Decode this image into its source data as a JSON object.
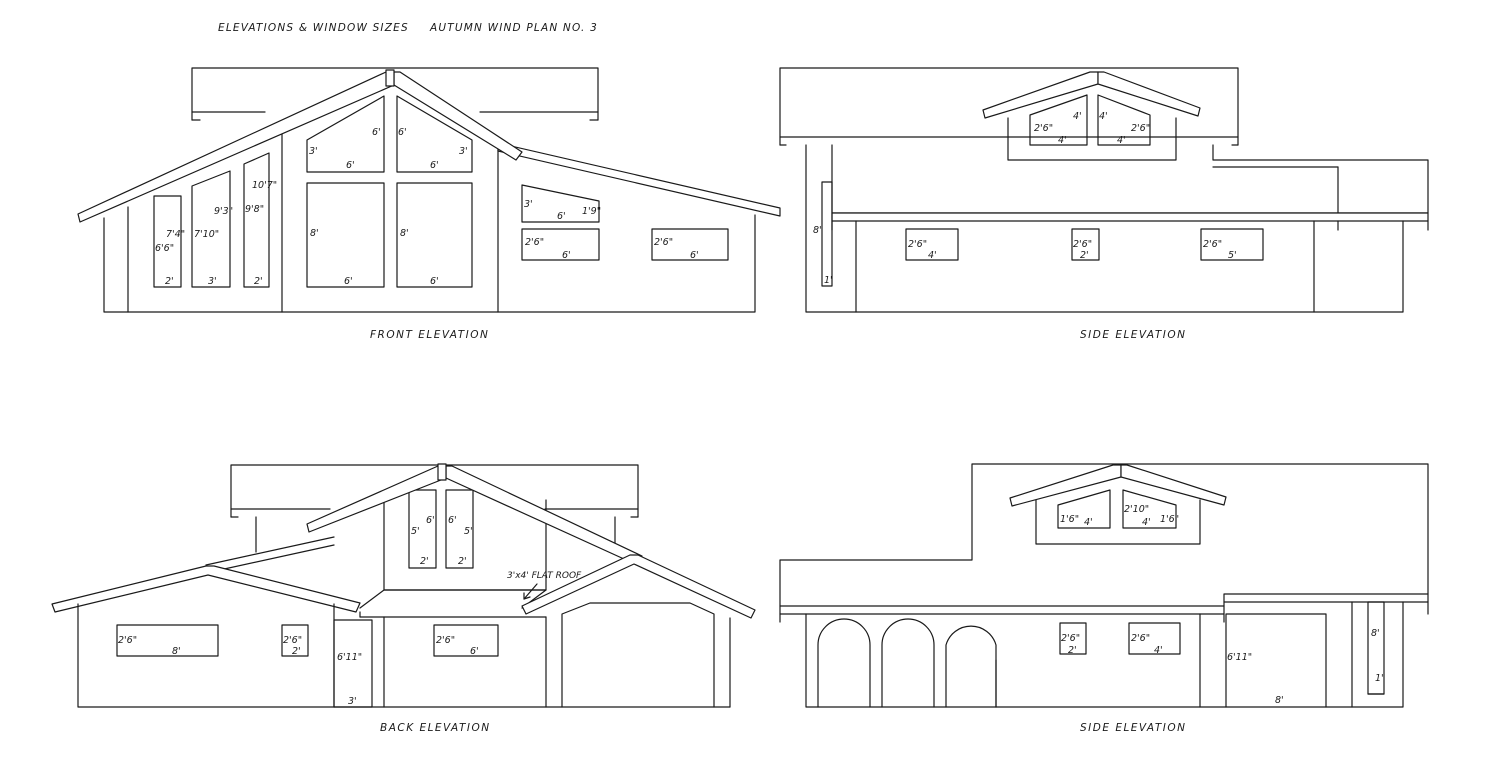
{
  "header": {
    "title": "ELEVATIONS & WINDOW SIZES",
    "plan": "AUTUMN WIND PLAN NO. 3"
  },
  "front": {
    "caption": "FRONT ELEVATION",
    "dims": {
      "w1_h": "7'4\"",
      "w1_h2": "6'6\"",
      "w1_w": "2'",
      "w2_h": "7'10\"",
      "w2_h2": "9'3\"",
      "w2_w": "3'",
      "w3_h": "10'7\"",
      "w3_h2": "9'8\"",
      "w3_w": "2'",
      "g1_h": "3'",
      "g1_h2": "6'",
      "g1_w": "6'",
      "g2_h": "6'",
      "g2_h2": "3'",
      "g2_w": "6'",
      "l1_h": "8'",
      "l1_w": "6'",
      "l2_h": "8'",
      "l2_w": "6'",
      "s1_h": "3'",
      "s1_w": "6'",
      "s1_h2": "1'9\"",
      "s2_h": "2'6\"",
      "s2_w": "6'",
      "s3_h": "2'6\"",
      "s3_w": "6'"
    }
  },
  "side1": {
    "caption": "SIDE ELEVATION",
    "dims": {
      "d1_h": "2'6\"",
      "d1_h2": "4'",
      "d1_w": "4'",
      "d2_h": "4'",
      "d2_h2": "2'6\"",
      "d2_w": "4'",
      "col_h": "8'",
      "col_w": "1'",
      "w1_h": "2'6\"",
      "w1_w": "4'",
      "w2_h": "2'6\"",
      "w2_w": "2'",
      "w3_h": "2'6\"",
      "w3_w": "5'"
    }
  },
  "back": {
    "caption": "BACK ELEVATION",
    "flat_roof": "3'x4' FLAT ROOF",
    "dims": {
      "g1_h": "5'",
      "g1_h2": "6'",
      "g1_w": "2'",
      "g2_h": "6'",
      "g2_h2": "5'",
      "g2_w": "2'",
      "w1_h": "2'6\"",
      "w1_w": "8'",
      "w2_h": "2'6\"",
      "w2_w": "2'",
      "door_h": "6'11\"",
      "door_w": "3'",
      "w3_h": "2'6\"",
      "w3_w": "6'"
    }
  },
  "side2": {
    "caption": "SIDE ELEVATION",
    "dims": {
      "d1_h": "1'6\"",
      "d1_w": "4'",
      "d2_h": "2'10\"",
      "d2_w": "4'",
      "d2_h2": "1'6\"",
      "w1_h": "2'6\"",
      "w1_w": "2'",
      "w2_h": "2'6\"",
      "w2_w": "4'",
      "garage_h": "6'11\"",
      "garage_w": "8'",
      "col_h": "8'",
      "col_w": "1'"
    }
  }
}
